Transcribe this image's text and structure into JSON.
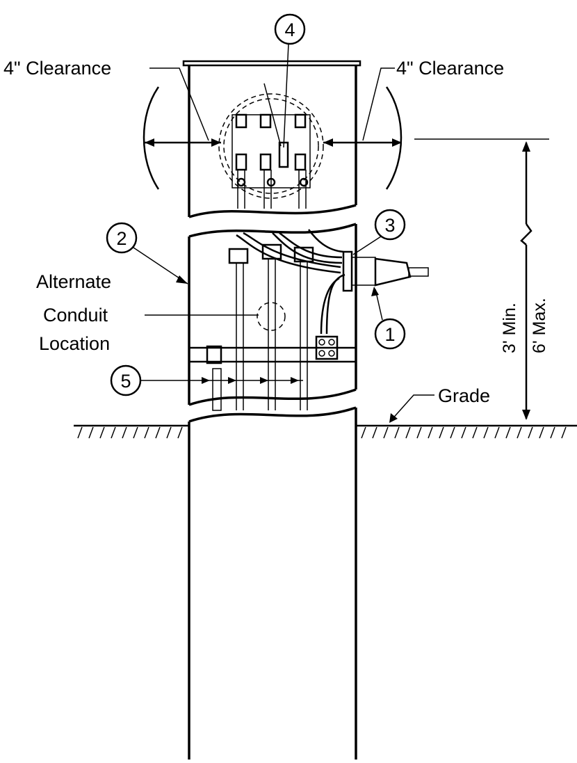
{
  "callouts": {
    "c1": "1",
    "c2": "2",
    "c3": "3",
    "c4": "4",
    "c5": "5"
  },
  "labels": {
    "clearance_left": "4\" Clearance",
    "clearance_right": "4\" Clearance",
    "alternate_line1": "Alternate",
    "alternate_line2": "Conduit",
    "alternate_line3": "Location",
    "grade": "Grade",
    "dim_min": "3' Min.",
    "dim_max": "6' Max."
  }
}
